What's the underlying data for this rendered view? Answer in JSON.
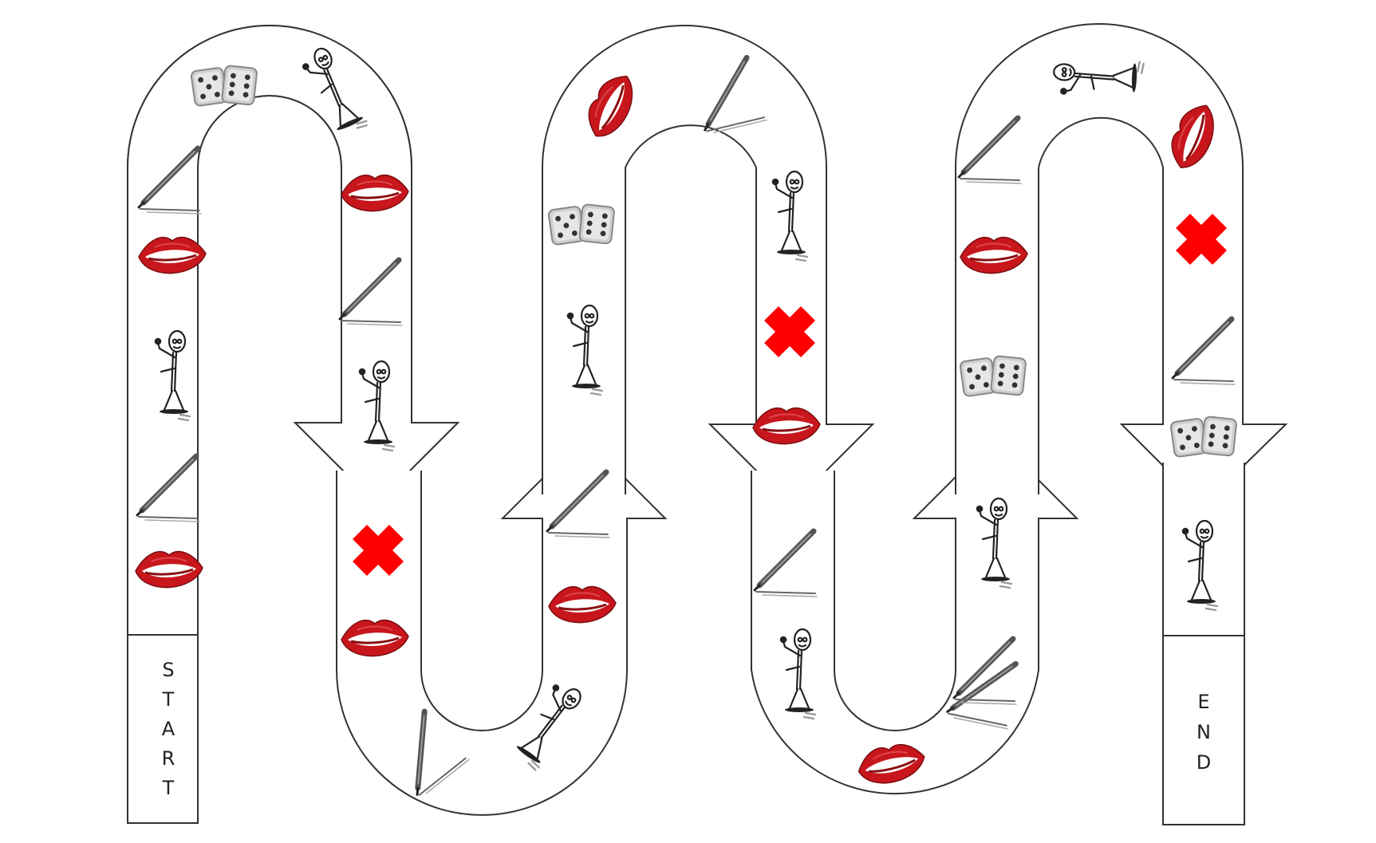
{
  "board": {
    "start_letters": [
      "S",
      "T",
      "A",
      "R",
      "T"
    ],
    "end_letters": [
      "E",
      "N",
      "D"
    ]
  },
  "icons": {
    "dice": "dice-icon",
    "stickman": "stickman-icon",
    "pen": "pen-icon",
    "lips": "lips-icon",
    "cross": "red-cross-icon"
  },
  "colors": {
    "track_stroke": "#333333",
    "lips_red": "#c8161d",
    "cross_red": "#ff0000",
    "dice_gray": "#d9d9d9"
  },
  "spaces": [
    "dice",
    "stickman",
    "pen",
    "lips",
    "stickman",
    "pen",
    "lips",
    "lips",
    "pen",
    "stickman",
    "cross",
    "lips",
    "pen",
    "stickman",
    "pen",
    "lips",
    "stickman",
    "dice",
    "lips",
    "pen",
    "stickman",
    "cross",
    "lips",
    "pen",
    "stickman",
    "lips",
    "pen",
    "stickman",
    "pen",
    "lips",
    "dice",
    "stickman",
    "pen",
    "lips",
    "cross",
    "pen",
    "dice",
    "stickman"
  ]
}
